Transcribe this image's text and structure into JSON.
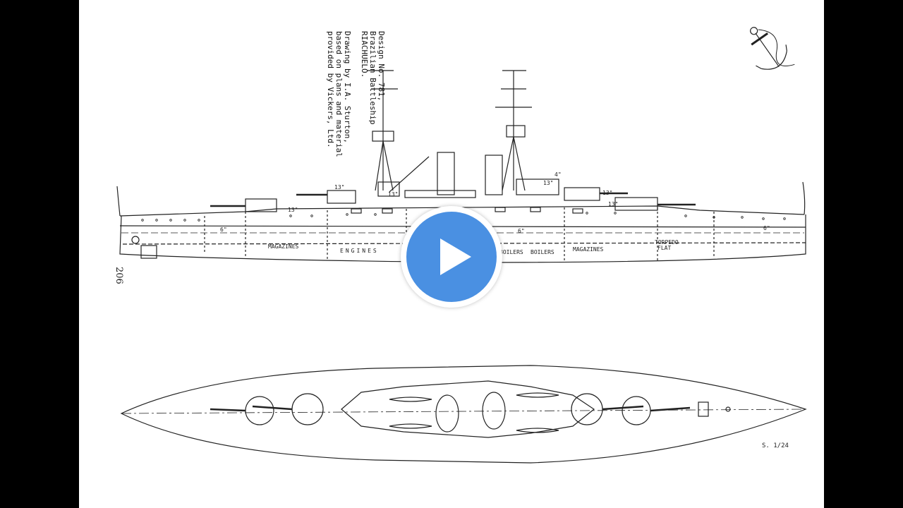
{
  "caption": {
    "lines": [
      "Design No. 781,",
      "Brazilian Battleship",
      "RIACHUELO.",
      "",
      "Drawing by I.A. Sturton,",
      "based on plans and material",
      "provided by Vickers, Ltd."
    ]
  },
  "page_number": "206",
  "hull_labels": {
    "magazines_fwd": "MAGAZINES",
    "engines": "ENGINES",
    "boilers_1": "BOILERS",
    "boilers_2": "BOILERS",
    "magazines_aft": "MAGAZINES",
    "torpedo": "TORPEDO",
    "flat": "FLAT"
  },
  "gun_labels": [
    "13\"",
    "13\"",
    "13\"",
    "13\"",
    "13\"",
    "13\"",
    "6\"",
    "6\"",
    "4\"",
    "6\""
  ],
  "signature": "S. 1/24",
  "play_button_label": "Play video",
  "icons": [
    "anchor-icon",
    "play-icon"
  ]
}
